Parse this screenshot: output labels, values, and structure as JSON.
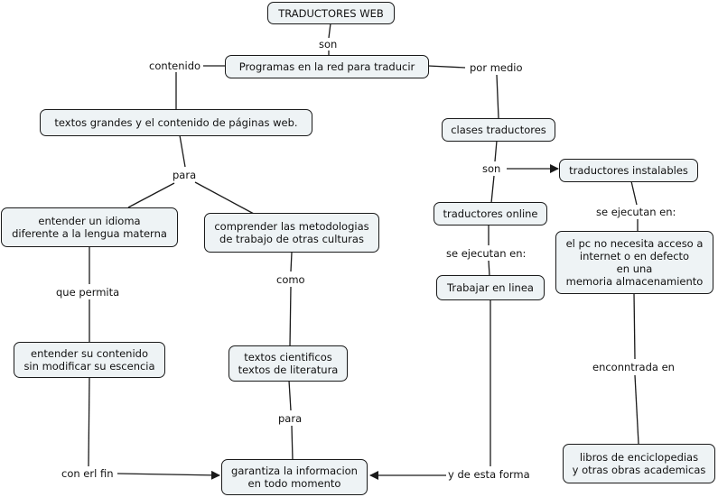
{
  "concept_map": {
    "title": "TRADUCTORES WEB",
    "nodes": {
      "traductores_web": "TRADUCTORES WEB",
      "programas": "Programas en la red para traducir",
      "textos_grandes": "textos grandes y el contenido de páginas web.",
      "entender_idioma": "entender un idioma\ndiferente a la lengua materna",
      "comprender_metodologias": "comprender las metodologias\nde trabajo de otras culturas",
      "entender_contenido": "entender su contenido\nsin modificar su escencia",
      "textos_cientificos": "textos cientificos\ntextos de literatura",
      "garantiza": "garantiza la informacion\nen todo momento",
      "clases_traductores": "clases traductores",
      "traductores_instalables": "traductores instalables",
      "traductores_online": "traductores online",
      "trabajar_en_linea": "Trabajar en linea",
      "pc_no_necesita": "el pc no necesita acceso a\ninternet o en defecto\nen una\nmemoria almacenamiento",
      "libros": "libros de enciclopedias\ny otras obras academicas"
    },
    "link_labels": {
      "son_top": "son",
      "contenido": "contenido",
      "por_medio": "por medio",
      "para_1": "para",
      "que_permita": "que permita",
      "como": "como",
      "para_2": "para",
      "con_erl_fin": "con erl fin",
      "y_de_esta_forma": "y de esta forma",
      "son_clases": "son",
      "se_ejecutan_online": "se ejecutan en:",
      "se_ejecutan_instalables": "se ejecutan en:",
      "enconntrada_en": "enconntrada en"
    },
    "colors": {
      "node_fill": "#eef3f5",
      "node_border": "#1a1a1a",
      "line": "#1a1a1a",
      "background": "#ffffff"
    }
  }
}
